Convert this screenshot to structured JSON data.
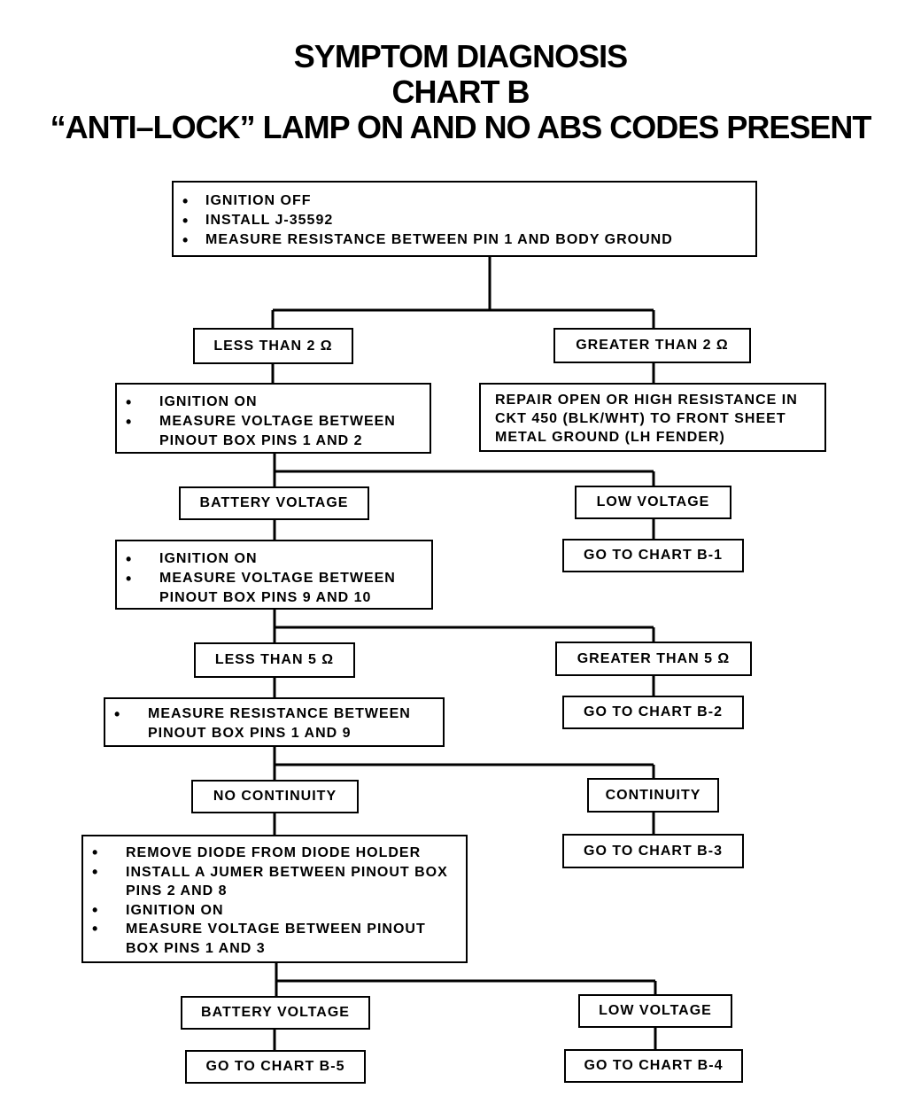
{
  "title": {
    "line1": "SYMPTOM DIAGNOSIS",
    "line2": "CHART B",
    "line3": "“ANTI–LOCK” LAMP ON AND NO ABS CODES PRESENT"
  },
  "steps": {
    "start": [
      "IGNITION OFF",
      "INSTALL J-35592",
      "MEASURE RESISTANCE BETWEEN PIN 1 AND BODY GROUND"
    ],
    "less_than_2": "LESS THAN 2 Ω",
    "greater_than_2": "GREATER THAN 2 Ω",
    "check_voltage_1_2": [
      "IGNITION ON",
      "MEASURE VOLTAGE BETWEEN PINOUT BOX PINS 1 AND 2"
    ],
    "repair_open": "REPAIR OPEN OR HIGH RESISTANCE IN CKT 450 (BLK/WHT) TO FRONT SHEET METAL GROUND (LH FENDER)",
    "battery_voltage_1": "BATTERY VOLTAGE",
    "low_voltage_1": "LOW VOLTAGE",
    "go_b1": "GO TO CHART B-1",
    "check_voltage_9_10": [
      "IGNITION ON",
      "MEASURE VOLTAGE BETWEEN PINOUT BOX PINS 9 AND 10"
    ],
    "less_than_5": "LESS THAN 5 Ω",
    "greater_than_5": "GREATER THAN 5 Ω",
    "go_b2": "GO TO CHART B-2",
    "measure_resistance_1_9": [
      "MEASURE RESISTANCE BETWEEN PINOUT BOX PINS 1 AND 9"
    ],
    "no_continuity": "NO CONTINUITY",
    "continuity": "CONTINUITY",
    "go_b3": "GO TO CHART B-3",
    "diode_test": [
      "REMOVE DIODE FROM DIODE HOLDER",
      "INSTALL A JUMER BETWEEN PINOUT BOX PINS 2 AND 8",
      "IGNITION ON",
      "MEASURE VOLTAGE BETWEEN PINOUT BOX PINS 1 AND 3"
    ],
    "battery_voltage_2": "BATTERY VOLTAGE",
    "low_voltage_2": "LOW VOLTAGE",
    "go_b5": "GO TO CHART B-5",
    "go_b4": "GO TO CHART B-4"
  }
}
